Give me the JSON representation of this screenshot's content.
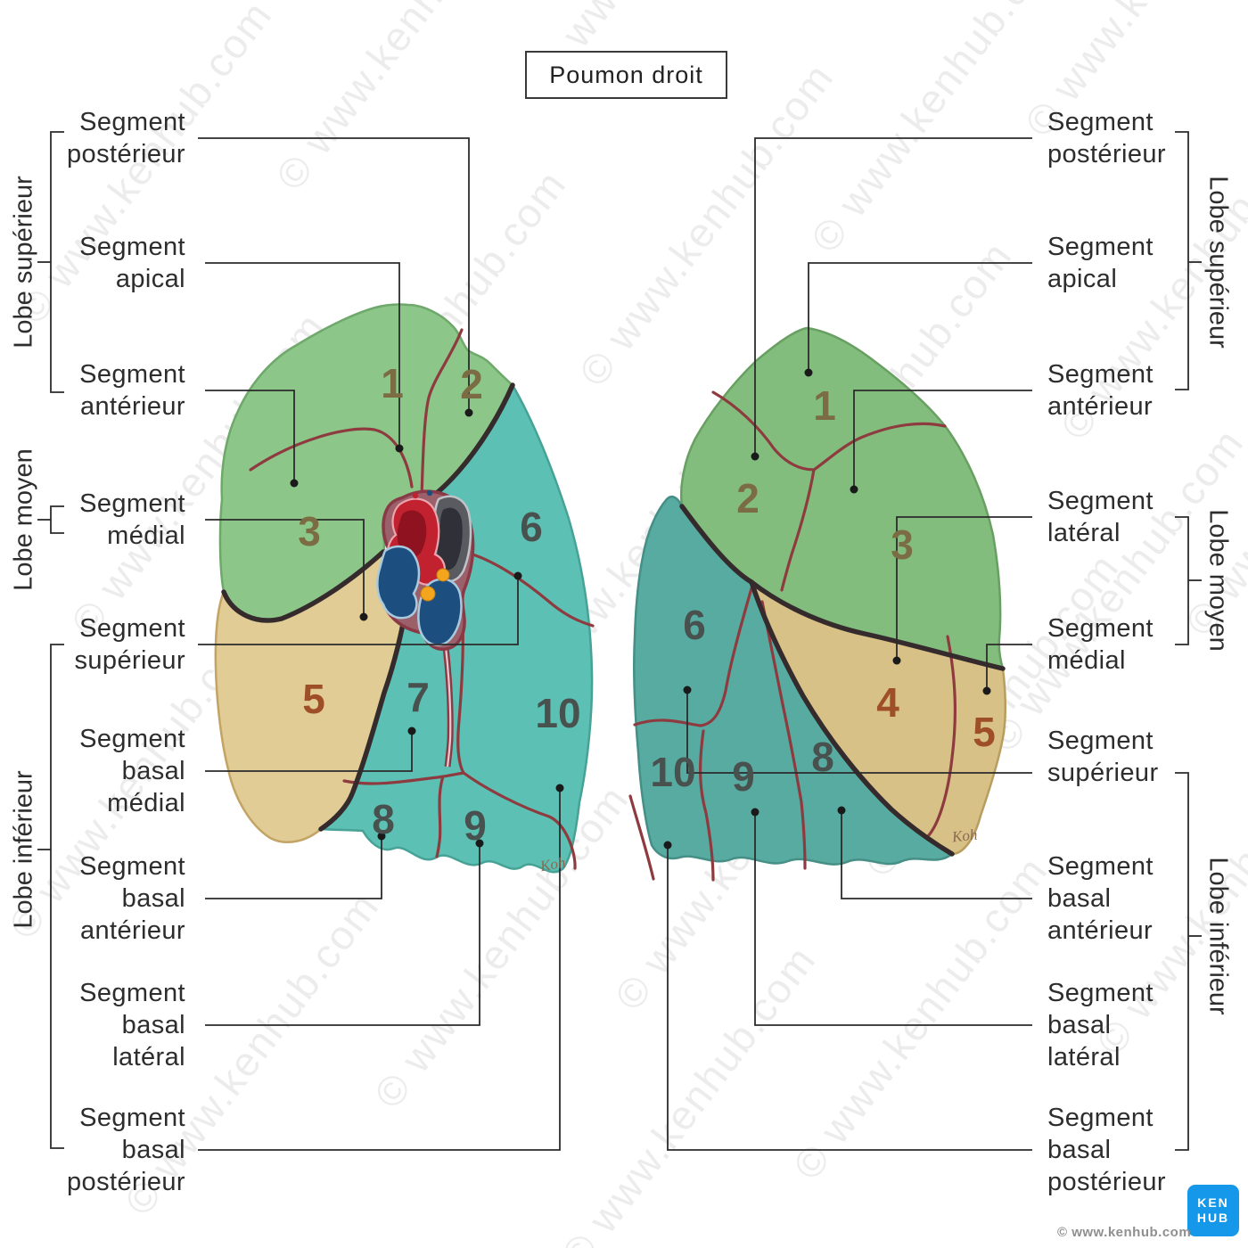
{
  "title": "Poumon droit",
  "watermark": {
    "text": "© www.kenhub.com"
  },
  "branding": {
    "logo_line1": "KEN",
    "logo_line2": "HUB",
    "logo_color": "#1598ea",
    "copyright": "© www.kenhub.com"
  },
  "artist_signature": "Koh",
  "colors": {
    "superior_lobe_green": "#8cc689",
    "middle_lobe_tan": "#e0cc94",
    "inferior_lobe_teal": "#5cc0b4",
    "lobar_fissure_dark": "#352b2d",
    "segment_line_maroon": "#8e3b40",
    "number_olive": "#7b6c44",
    "number_rust": "#9e4f28",
    "number_slate": "#49514f"
  },
  "left_column": {
    "labels": [
      {
        "text": "Segment\npostérieur"
      },
      {
        "text": "Segment\napical"
      },
      {
        "text": "Segment\nantérieur"
      },
      {
        "text": "Segment\nmédial"
      },
      {
        "text": "Segment\nsupérieur"
      },
      {
        "text": "Segment\nbasal\nmédial"
      },
      {
        "text": "Segment\nbasal\nantérieur"
      },
      {
        "text": "Segment\nbasal\nlatéral"
      },
      {
        "text": "Segment\nbasal\npostérieur"
      }
    ],
    "lobes": [
      "Lobe supérieur",
      "Lobe moyen",
      "Lobe inférieur"
    ]
  },
  "right_column": {
    "labels": [
      {
        "text": "Segment\npostérieur"
      },
      {
        "text": "Segment\napical"
      },
      {
        "text": "Segment\nantérieur"
      },
      {
        "text": "Segment\nlatéral"
      },
      {
        "text": "Segment\nmédial"
      },
      {
        "text": "Segment\nsupérieur"
      },
      {
        "text": "Segment\nbasal\nantérieur"
      },
      {
        "text": "Segment\nbasal\nlatéral"
      },
      {
        "text": "Segment\nbasal\npostérieur"
      }
    ],
    "lobes": [
      "Lobe supérieur",
      "Lobe moyen",
      "Lobe inférieur"
    ]
  },
  "lungs": {
    "medial_view_numbers": [
      "1",
      "2",
      "3",
      "5",
      "6",
      "7",
      "8",
      "9",
      "10"
    ],
    "lateral_view_numbers": [
      "1",
      "2",
      "3",
      "4",
      "5",
      "6",
      "8",
      "9",
      "10"
    ]
  }
}
